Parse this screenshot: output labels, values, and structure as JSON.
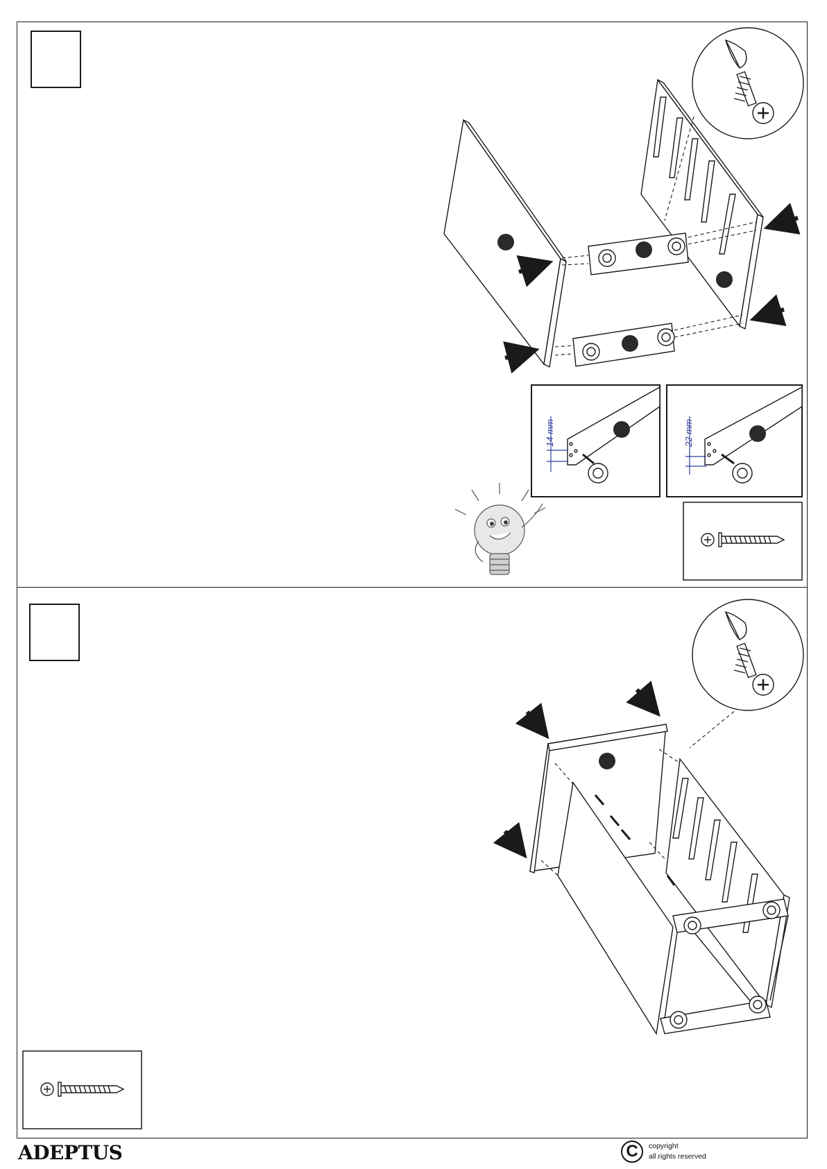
{
  "step1": {
    "dim_left": "14 mm",
    "dim_right": "22 mm"
  },
  "footer": {
    "brand": "ADEPTUS",
    "copyright_symbol": "C",
    "copyright_line1": "copyright",
    "copyright_line2": "all rights reserved"
  },
  "colors": {
    "line": "#1a1a1a",
    "part_dot": "#2a2a2a",
    "dimension": "#2c3e9e"
  }
}
